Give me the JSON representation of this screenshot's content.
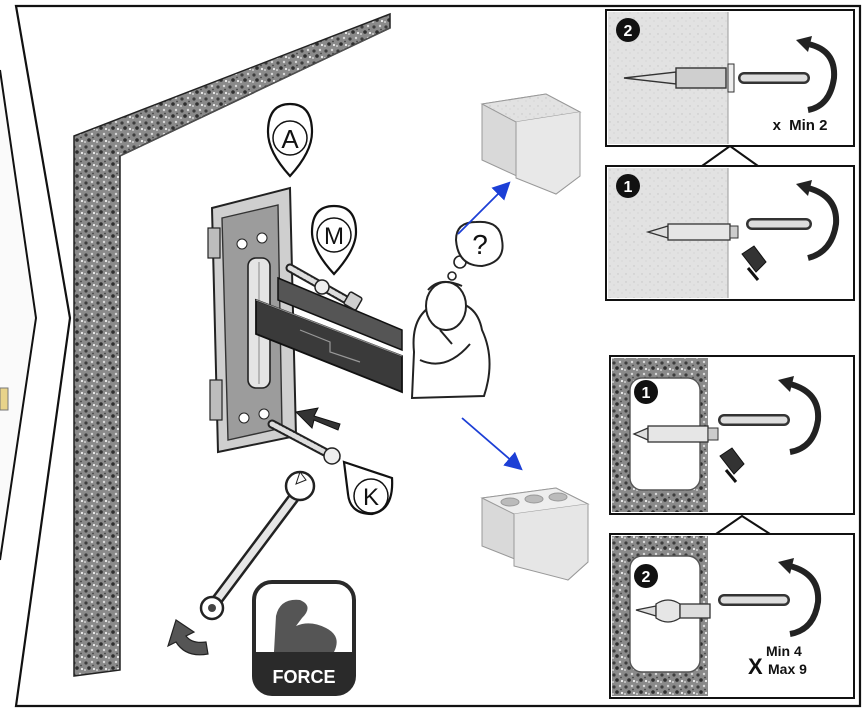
{
  "callouts": {
    "a": "A",
    "m": "M",
    "k": "K"
  },
  "steps": {
    "solid_top": "2",
    "solid_bottom": "1",
    "hollow_top": "1",
    "hollow_bottom": "2"
  },
  "thought": {
    "symbol": "?"
  },
  "quantities": {
    "solid_x": "x",
    "solid_min": "Min 2",
    "hollow_x": "X",
    "hollow_min": "Min 4",
    "hollow_max": "Max 9"
  },
  "badge": {
    "force": "FORCE"
  },
  "colors": {
    "stroke": "#111111",
    "arrow_blue": "#1c3fd6",
    "concrete": "#7d7d7d",
    "wall_face": "#e9e9e9",
    "badge_bg": "#2a2a2a"
  }
}
